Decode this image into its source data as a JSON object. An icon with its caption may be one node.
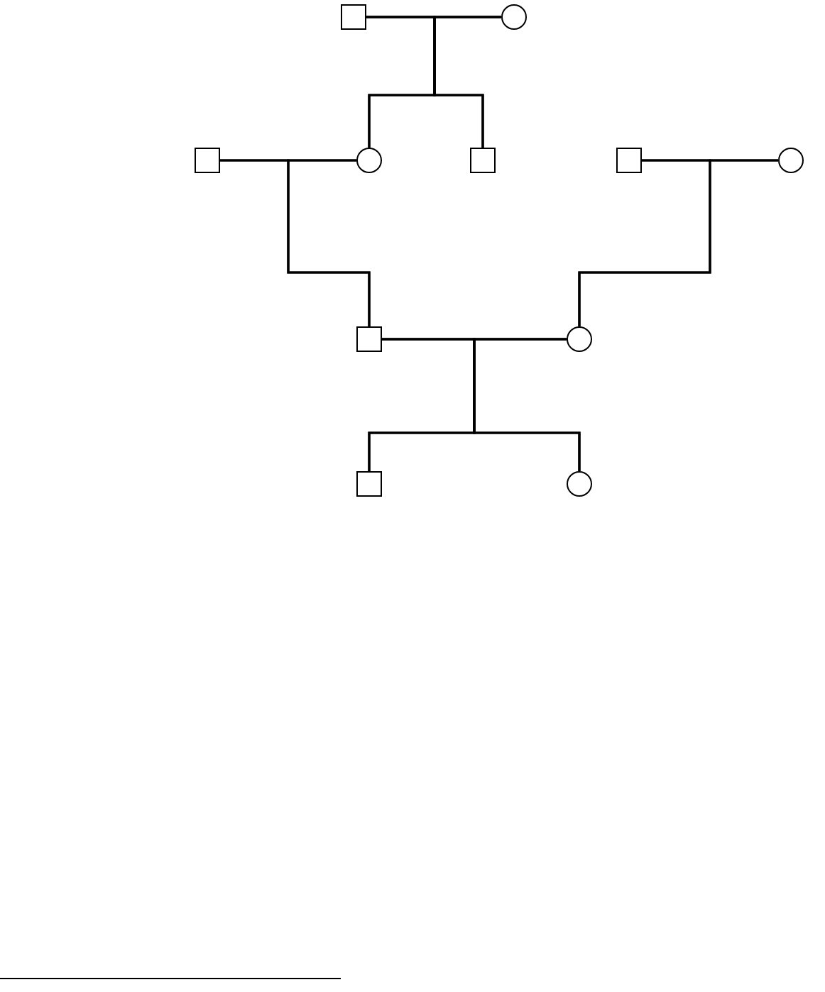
{
  "diagram": {
    "nodes": [
      {
        "text": [],
        "shape": "box"
      },
      {
        "text": [],
        "shape": "circle"
      },
      {
        "text": [],
        "shape": "box"
      },
      {
        "text": [],
        "shape": "circle"
      },
      {
        "text": [],
        "shape": "box"
      },
      {
        "text": [],
        "shape": "box"
      },
      {
        "text": [],
        "shape": "circle"
      },
      {
        "text": [],
        "shape": "box"
      },
      {
        "text": [],
        "shape": "circle"
      },
      {
        "text": [],
        "shape": "box"
      },
      {
        "text": [],
        "shape": "circle"
      }
    ],
    "edges": [
      {
        "from": 0,
        "to": 1,
        "arrow": "none"
      },
      {
        "from": 2,
        "to": 3,
        "arrow": "none"
      },
      {
        "from": 5,
        "to": 6,
        "arrow": "none"
      },
      {
        "from": 7,
        "to": 8,
        "arrow": "none"
      },
      {
        "from": 0,
        "to": 3,
        "arrow": "none"
      },
      {
        "from": 1,
        "to": 3,
        "arrow": "none"
      },
      {
        "from": 0,
        "to": 4,
        "arrow": "none"
      },
      {
        "from": 1,
        "to": 4,
        "arrow": "none"
      },
      {
        "from": 2,
        "to": 7,
        "arrow": "none"
      },
      {
        "from": 3,
        "to": 7,
        "arrow": "none"
      },
      {
        "from": 5,
        "to": 8,
        "arrow": "none"
      },
      {
        "from": 6,
        "to": 8,
        "arrow": "none"
      },
      {
        "from": 7,
        "to": 9,
        "arrow": "none"
      },
      {
        "from": 8,
        "to": 9,
        "arrow": "none"
      },
      {
        "from": 7,
        "to": 10,
        "arrow": "none"
      },
      {
        "from": 8,
        "to": 10,
        "arrow": "none"
      }
    ]
  }
}
